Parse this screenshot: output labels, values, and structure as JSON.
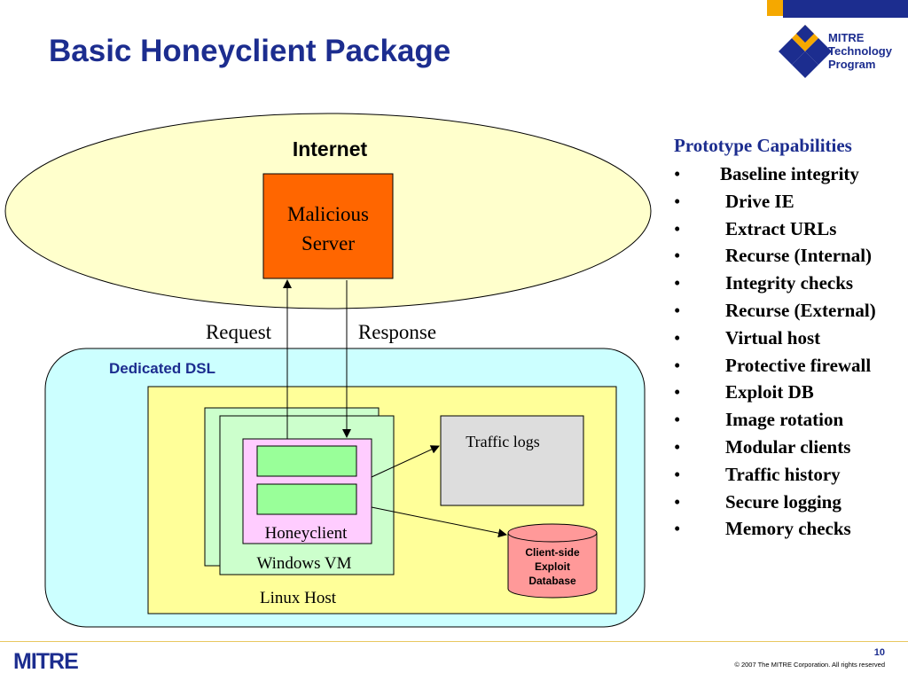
{
  "slide": {
    "title": "Basic Honeyclient Package",
    "page_number": "10",
    "copyright": "© 2007 The MITRE Corporation. All rights reserved"
  },
  "logo": {
    "line1": "MITRE",
    "line2": "Technology",
    "line3": "Program",
    "footer_text": "MITRE"
  },
  "diagram": {
    "internet_label": "Internet",
    "malicious_server": [
      "Malicious",
      "Server"
    ],
    "request_label": "Request",
    "response_label": "Response",
    "dsl_label": "Dedicated DSL",
    "honeyclient_label": "Honeyclient",
    "windows_vm_label": "Windows VM",
    "linux_host_label": "Linux Host",
    "traffic_logs_label": "Traffic logs",
    "database_label": [
      "Client-side",
      "Exploit",
      "Database"
    ]
  },
  "capabilities": {
    "title": "Prototype Capabilities",
    "bullet": "•",
    "items": [
      "Baseline integrity",
      "Drive IE",
      "Extract URLs",
      "Recurse (Internal)",
      "Integrity checks",
      "Recurse (External)",
      "Virtual host",
      "Protective firewall",
      "Exploit DB",
      "Image rotation",
      "Modular clients",
      "Traffic history",
      "Secure logging",
      "Memory checks"
    ]
  },
  "colors": {
    "title_blue": "#1c2d8f",
    "internet_fill": "#ffffcc",
    "malicious_fill": "#ff6600",
    "dsl_fill": "#ccffff",
    "linux_fill": "#ffff99",
    "vm_fill": "#ccffcc",
    "honeyclient_fill": "#ffccff",
    "inner_box_fill": "#99ff99",
    "traffic_logs_fill": "#dddddd",
    "db_fill": "#ff9999"
  }
}
